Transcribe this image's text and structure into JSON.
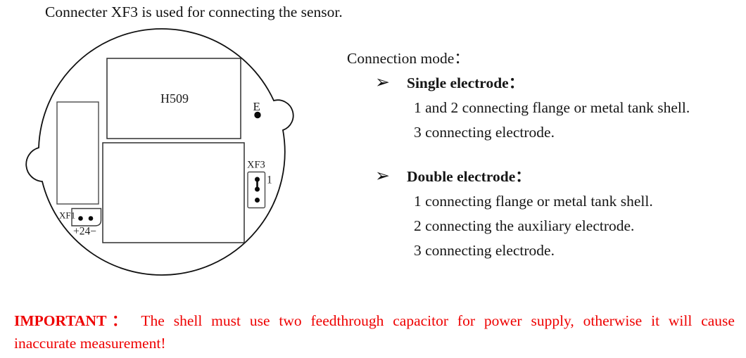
{
  "page": {
    "title": "Connecter XF3 is used for connecting the sensor."
  },
  "diagram": {
    "board_label": "H509",
    "ground_label": "E",
    "xf3_label": "XF3",
    "xf3_pin1_label": "1",
    "xf1_label": "XF1",
    "power_label": "+24−"
  },
  "connection": {
    "heading": "Connection mode：",
    "sections": [
      {
        "bullet": "➢",
        "title": "Single electrode：",
        "lines": [
          "1 and 2 connecting flange or metal tank shell.",
          "3 connecting electrode."
        ]
      },
      {
        "bullet": "➢",
        "title": "Double electrode：",
        "lines": [
          "1 connecting flange or metal tank shell.",
          "2 connecting the auxiliary electrode.",
          "3 connecting electrode."
        ]
      }
    ]
  },
  "important": {
    "label": "IMPORTANT：",
    "line1": "The shell must use two feedthrough capacitor for power supply, otherwise it will cause",
    "line2": "inaccurate measurement!",
    "color": "#ee0000"
  }
}
